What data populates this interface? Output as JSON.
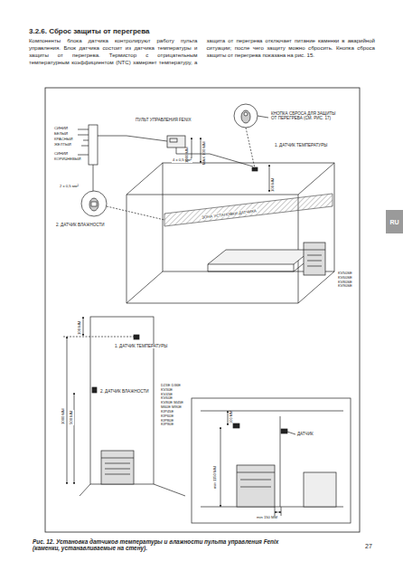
{
  "diagram": {
    "title": "3.2.6. Сброс защиты от перегрева",
    "caption": "Рис. 12. Установка датчиков температуры и влажности пульта управления Fenix (каменки, устанавливаемые на стену).",
    "nodes": [
      {
        "text": [
          "RU"
        ]
      }
    ],
    "labels": [
      "Компоненты блока датчика контролируют работу пульта управления. Блок датчика состоит из датчика температуры и защиты от перегрева. Термистор с отрицательным температурным коэффициентом (NTC) замеряет температуру, а защита от перегрева отключает питание каменки в аварийной ситуации; после чего защиту можно сбросить. Кнопка сброса защиты от перегрева показана на рис. 15.",
      "СИНИЙ",
      "БЕЛЫЙ",
      "КРАСНЫЙ",
      "ЖЕЛТЫЙ",
      "СИНИЙ",
      "КОРИЧНЕВЫЙ",
      "ПУЛЬТ УПРАВЛЕНИЯ FENIX",
      "4 x 0,5 мм²",
      "1000 ММ",
      "MAX 100 ММ",
      "КНОПКА СБРОСА ДЛЯ ЗАЩИТЫ ОТ ПЕРЕГРЕВА (СМ. РИС. 17)",
      "100 ММ",
      "1. ДАТЧИК ТЕМПЕРАТУРЫ",
      "2 x 0,5 мм²",
      "ЗОНА УСТАНОВКИ ДАТЧИКА",
      "2. ДАТЧИК ВЛАЖНОСТИ",
      "KV50SE KV60SE KV80SE KV90SE",
      "100 ММ",
      "1. ДАТЧИК ТЕМПЕРАТУРЫ",
      "500 ММ",
      "1000 ММ",
      "2. ДАТЧИК ВЛАЖНОСТИ",
      "D23E D36E KV30E KV45E KV60E KV80E M45E M60E M90E KIP45E KIP60E KIP80E KIP90E",
      "100 ММ",
      "min 1150 ММ",
      "ДАТЧИК",
      "min 150 ММ",
      "27"
    ]
  }
}
